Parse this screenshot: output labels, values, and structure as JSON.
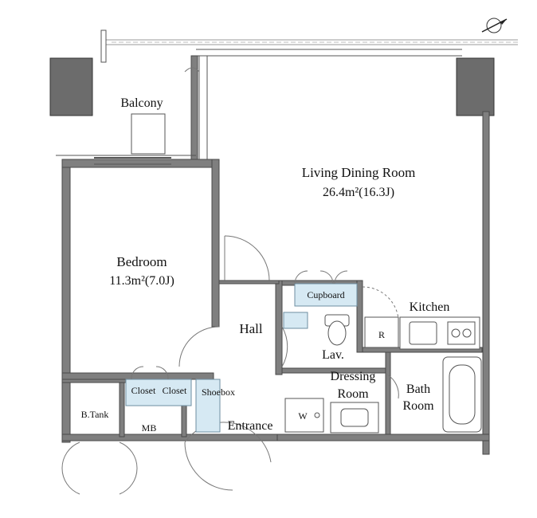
{
  "floor_plan": {
    "rooms": {
      "balcony": "Balcony",
      "living_dining_room": "Living Dining Room",
      "living_dining_area": "26.4m²(16.3J)",
      "bedroom": "Bedroom",
      "bedroom_area": "11.3m²(7.0J)",
      "hall": "Hall",
      "kitchen": "Kitchen",
      "lavatory": "Lav.",
      "dressing_room_line1": "Dressing",
      "dressing_room_line2": "Room",
      "bath_room_line1": "Bath",
      "bath_room_line2": "Room",
      "entrance": "Entrance",
      "b_tank": "B.Tank",
      "mb": "MB"
    },
    "storage": {
      "cupboard": "Cupboard",
      "closet_left": "Closet",
      "closet_right": "Closet",
      "shoebox": "Shoebox"
    },
    "fixtures": {
      "refrigerator": "R",
      "washer": "W"
    },
    "colors": {
      "wall": "#7f7f7f",
      "pillar": "#6c6c6c",
      "storage_fill": "#d6e9f3"
    },
    "icons": [
      "north-arrow-icon",
      "toilet-icon",
      "sink-icon",
      "stove-icon",
      "bathtub-icon",
      "washbasin-icon"
    ]
  }
}
